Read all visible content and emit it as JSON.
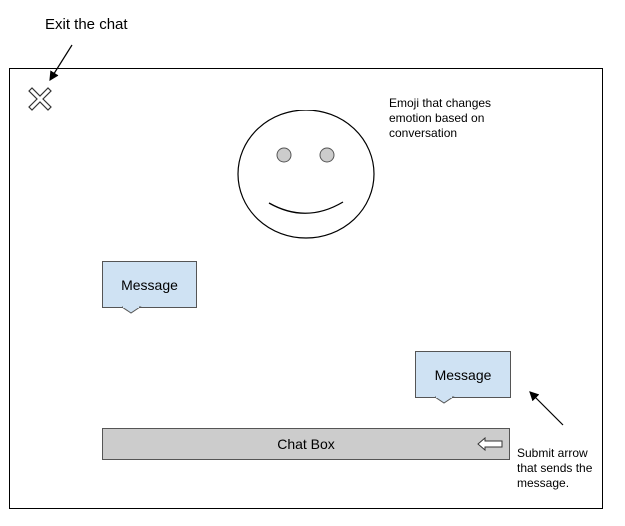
{
  "annotations": {
    "exit": "Exit the chat",
    "emoji": "Emoji that changes\nemotion based on\nconversation",
    "submit": "Submit arrow\nthat sends the\nmessage."
  },
  "messages": [
    {
      "label": "Message"
    },
    {
      "label": "Message"
    }
  ],
  "chat_box": {
    "label": "Chat Box"
  },
  "icons": {
    "exit": "close-icon",
    "submit": "left-arrow-icon",
    "emoji": "smiley-face"
  },
  "colors": {
    "bubble_fill": "#cfe2f3",
    "chat_box_fill": "#cccccc",
    "eye_fill": "#cccccc",
    "stroke": "#000000"
  }
}
